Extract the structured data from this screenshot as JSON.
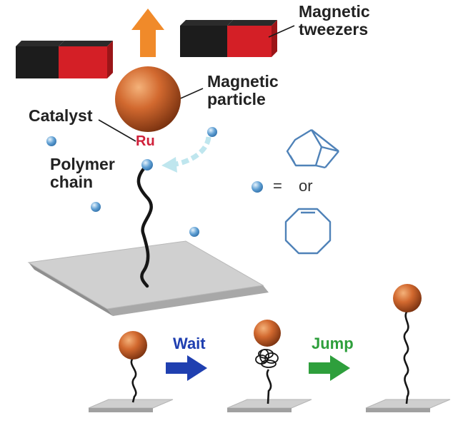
{
  "labels": {
    "magnetic_tweezers": [
      "Magnetic",
      "tweezers"
    ],
    "magnetic_particle": [
      "Magnetic",
      "particle"
    ],
    "catalyst": "Catalyst",
    "ru": "Ru",
    "polymer_chain": [
      "Polymer",
      "chain"
    ],
    "equals": "=",
    "or": "or",
    "wait": "Wait",
    "jump": "Jump"
  },
  "colors": {
    "magnet_red": "#d41f26",
    "magnet_black": "#1c1c1c",
    "particle_orange": "#d2692f",
    "pull_arrow": "#f08a2a",
    "monomer_blue": "#5f9fd3",
    "dashed_arrow": "#bfe6ee",
    "surface": "#c8c8c8",
    "molecule_blue": "#4f82b8",
    "ru_red": "#d0203a",
    "wait_arrow": "#1f3fb0",
    "jump_arrow": "#2e9f3c"
  },
  "icons": [
    "magnet",
    "up-arrow",
    "magnetic-particle",
    "monomer-dot",
    "dashed-curved-arrow",
    "norbornene-molecule",
    "cyclooctene-molecule",
    "surface-slab",
    "polymer-chain",
    "blue-right-arrow",
    "green-right-arrow"
  ]
}
